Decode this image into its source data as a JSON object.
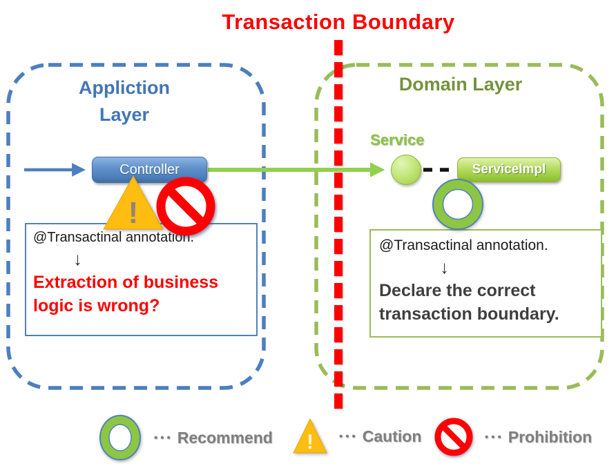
{
  "title": "Transaction Boundary",
  "application_layer": {
    "name_line1": "Appliction",
    "name_line2": "Layer",
    "controller_label": "Controller",
    "note": {
      "annotation": "@Transactinal annotation.",
      "arrow": "↓",
      "conclusion_line1": "Extraction of business",
      "conclusion_line2": "logic is wrong?"
    }
  },
  "domain_layer": {
    "name": "Domain Layer",
    "service_label": "Service",
    "service_impl_label": "ServiceImpl",
    "note": {
      "annotation": "@Transactinal annotation.",
      "arrow": "↓",
      "conclusion_line1": "Declare the correct",
      "conclusion_line2": "transaction boundary."
    }
  },
  "caution_mark": "!",
  "legend": {
    "recommend": {
      "dots": "•••",
      "label": "Recommend"
    },
    "caution": {
      "dots": "•••",
      "mark": "!",
      "label": "Caution"
    },
    "prohibition": {
      "dots": "•••",
      "label": "Prohibition"
    }
  },
  "colors": {
    "accent_red": "#FF0000",
    "accent_blue": "#4F81BD",
    "accent_green": "#92D050",
    "domain_text_green": "#76923C",
    "domain_border_green": "#9BBB59",
    "caution_amber": "#FFBC11",
    "legend_text_gray": "#7F7F7F"
  }
}
